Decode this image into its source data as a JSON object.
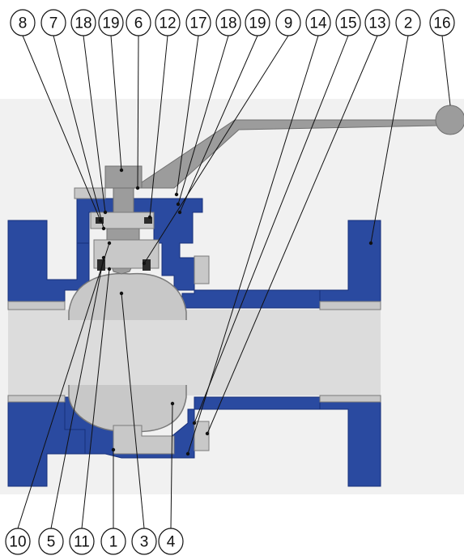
{
  "diagram": {
    "kind": "ball valve cross-section",
    "colors": {
      "background_panel": "#f1f1f1",
      "body_blue": "#2a4aa0",
      "body_blue_dark": "#17307a",
      "metal_gray": "#9c9c9c",
      "metal_gray_light": "#c8c8c8",
      "bore_gray": "#dcdcdc",
      "line": "#111111"
    },
    "callouts_top": [
      {
        "id": "8",
        "label": "8"
      },
      {
        "id": "7",
        "label": "7"
      },
      {
        "id": "18a",
        "label": "18"
      },
      {
        "id": "19a",
        "label": "19"
      },
      {
        "id": "6",
        "label": "6"
      },
      {
        "id": "12",
        "label": "12"
      },
      {
        "id": "17",
        "label": "17"
      },
      {
        "id": "18b",
        "label": "18"
      },
      {
        "id": "19b",
        "label": "19"
      },
      {
        "id": "9",
        "label": "9"
      },
      {
        "id": "14",
        "label": "14"
      },
      {
        "id": "15",
        "label": "15"
      },
      {
        "id": "13",
        "label": "13"
      },
      {
        "id": "2",
        "label": "2"
      },
      {
        "id": "16",
        "label": "16"
      }
    ],
    "callouts_bottom": [
      {
        "id": "10",
        "label": "10"
      },
      {
        "id": "5",
        "label": "5"
      },
      {
        "id": "11",
        "label": "11"
      },
      {
        "id": "1",
        "label": "1"
      },
      {
        "id": "3",
        "label": "3"
      },
      {
        "id": "4",
        "label": "4"
      }
    ]
  }
}
